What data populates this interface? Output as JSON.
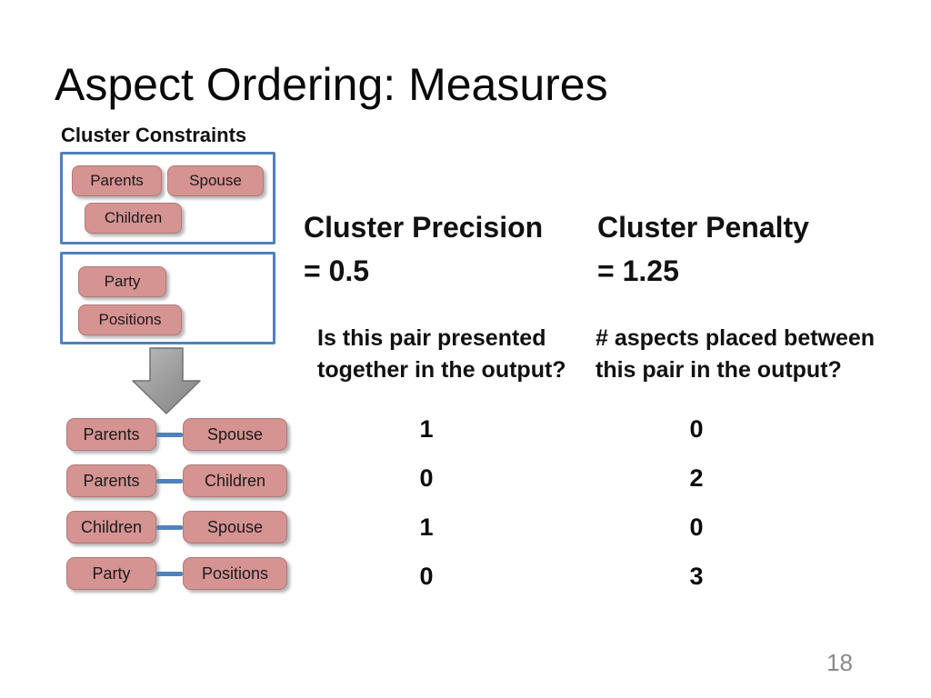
{
  "colors": {
    "accent_blue": "#4f81bd",
    "chip_pink": "#d59392",
    "chip_pink_border": "#b07a79",
    "arrow_gray": "#9d9d9d",
    "arrow_gray_dark": "#717171",
    "page_number_gray": "#8a8a8a"
  },
  "slide": {
    "title": "Aspect Ordering: Measures",
    "page_number": "18"
  },
  "cluster_constraints": {
    "label": "Cluster Constraints",
    "clusters": [
      {
        "aspects": [
          "Parents",
          "Spouse",
          "Children"
        ]
      },
      {
        "aspects": [
          "Party",
          "Positions"
        ]
      }
    ]
  },
  "icons": {
    "down_arrow": "block-arrow-down"
  },
  "measures": {
    "precision": {
      "title": "Cluster Precision",
      "value": "= 0.5",
      "question": "Is this pair presented together in the output?"
    },
    "penalty": {
      "title": "Cluster Penalty",
      "value": "= 1.25",
      "question": "# aspects placed between this pair in the output?"
    }
  },
  "pairs": [
    {
      "left": "Parents",
      "right": "Spouse",
      "precision": "1",
      "penalty": "0"
    },
    {
      "left": "Parents",
      "right": "Children",
      "precision": "0",
      "penalty": "2"
    },
    {
      "left": "Children",
      "right": "Spouse",
      "precision": "1",
      "penalty": "0"
    },
    {
      "left": "Party",
      "right": "Positions",
      "precision": "0",
      "penalty": "3"
    }
  ]
}
